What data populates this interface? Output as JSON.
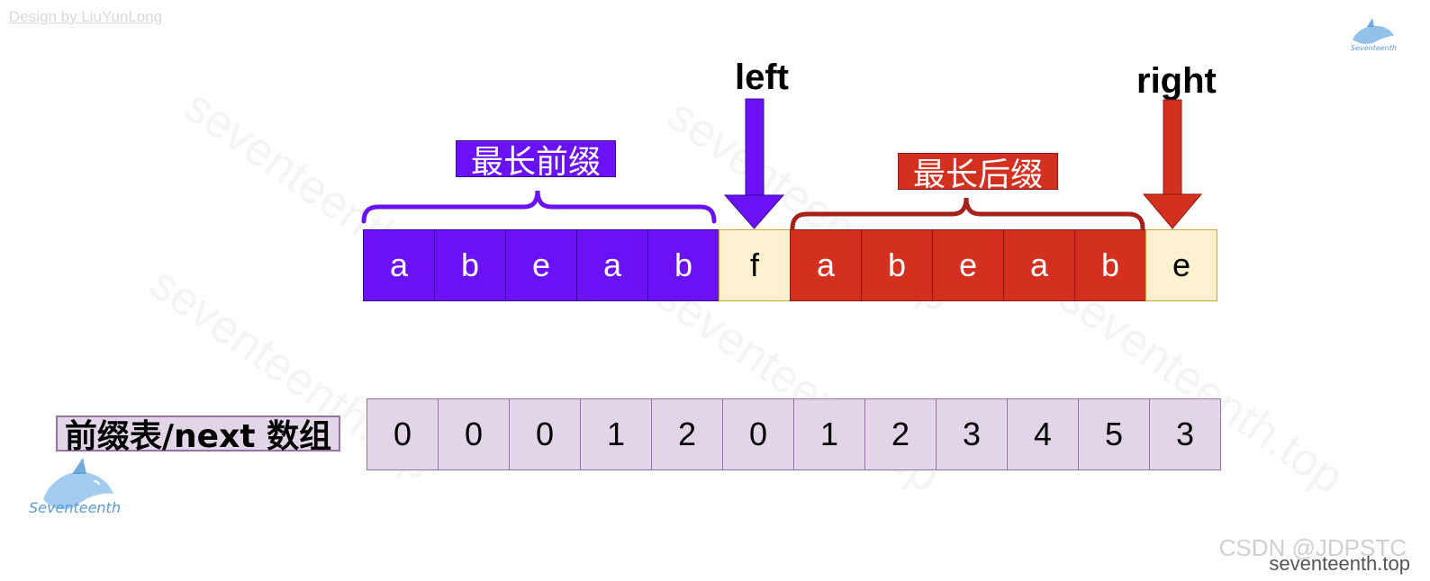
{
  "credit": "Design by LiuYunLong",
  "watermark_text": "seventeenth.top",
  "labels": {
    "left": "left",
    "right": "right",
    "prefix": "最长前缀",
    "suffix": "最长后缀",
    "next_table": "前缀表/next 数组"
  },
  "string_cells": [
    "a",
    "b",
    "e",
    "a",
    "b",
    "f",
    "a",
    "b",
    "e",
    "a",
    "b",
    "e"
  ],
  "next_values": [
    "0",
    "0",
    "0",
    "1",
    "2",
    "0",
    "1",
    "2",
    "3",
    "4",
    "5",
    "3"
  ],
  "logo_text": "Seventeenth",
  "csdn": "CSDN @JDPSTC",
  "site": "seventeenth.top",
  "colors": {
    "prefix": "#6a12f5",
    "mid": "#fbf1cf",
    "suffix": "#d4301f",
    "next": "#e1d5e7"
  }
}
